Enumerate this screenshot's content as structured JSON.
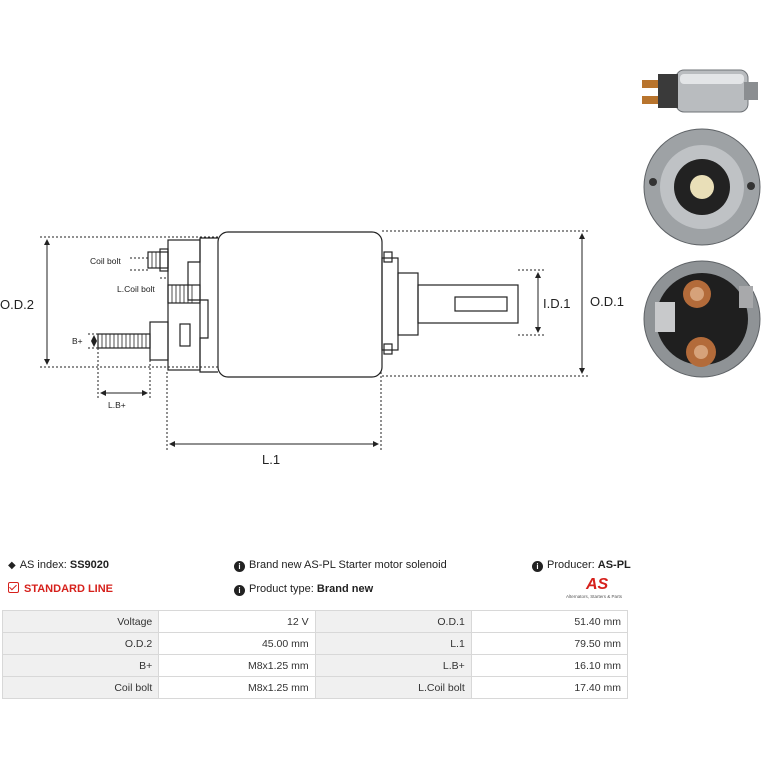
{
  "diagram": {
    "labels": {
      "od2": "O.D.2",
      "od1": "O.D.1",
      "id1": "I.D.1",
      "l1": "L.1",
      "coil_bolt": "Coil bolt",
      "l_coil_bolt": "L.Coil bolt",
      "b_plus": "B+",
      "lb_plus": "L.B+"
    }
  },
  "info": {
    "as_index_label": "AS index:",
    "as_index_value": "SS9020",
    "line_label": "STANDARD LINE",
    "description": "Brand new AS-PL Starter motor solenoid",
    "product_type_label": "Product type:",
    "product_type_value": "Brand new",
    "producer_label": "Producer:",
    "producer_value": "AS-PL"
  },
  "logo": {
    "brand": "AS",
    "tagline": "Alternators, Starters & Parts"
  },
  "colors": {
    "accent": "#d6211c"
  },
  "specs": [
    [
      "Voltage",
      "12 V",
      "O.D.1",
      "51.40 mm"
    ],
    [
      "O.D.2",
      "45.00 mm",
      "L.1",
      "79.50 mm"
    ],
    [
      "B+",
      "M8x1.25 mm",
      "L.B+",
      "16.10 mm"
    ],
    [
      "Coil bolt",
      "M8x1.25 mm",
      "L.Coil bolt",
      "17.40 mm"
    ]
  ]
}
